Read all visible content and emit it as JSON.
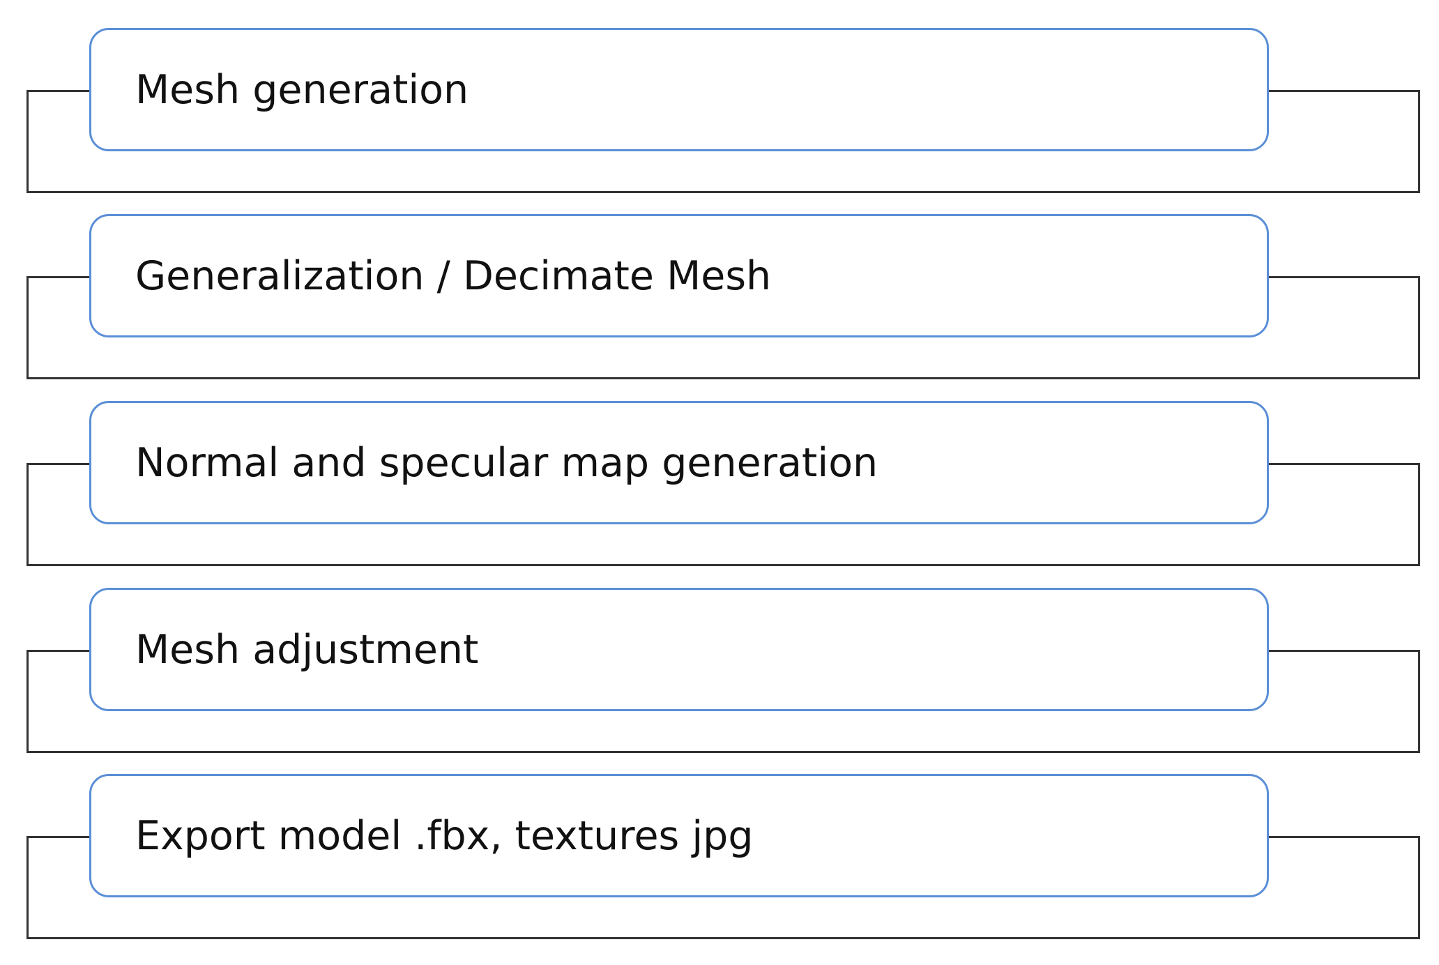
{
  "diagram": {
    "steps": [
      {
        "label": "Mesh generation"
      },
      {
        "label": "Generalization / Decimate Mesh"
      },
      {
        "label": "Normal and specular map generation"
      },
      {
        "label": "Mesh adjustment"
      },
      {
        "label": "Export model .fbx, textures jpg"
      }
    ],
    "colors": {
      "box_border": "#5b8fd6",
      "bracket_border": "#333333",
      "text": "#111111",
      "background": "#ffffff"
    }
  }
}
